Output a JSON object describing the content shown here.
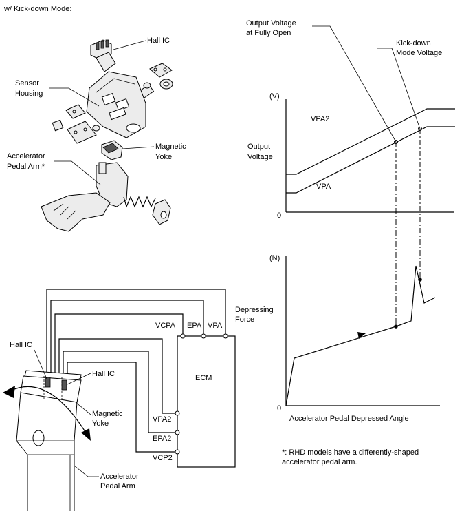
{
  "heading": "w/ Kick-down Mode:",
  "exploded": {
    "hall_ic": "Hall IC",
    "sensor_housing": [
      "Sensor",
      "Housing"
    ],
    "magnetic_yoke": [
      "Magnetic",
      "Yoke"
    ],
    "pedal_arm": [
      "Accelerator",
      "Pedal Arm*"
    ]
  },
  "voltage_graph": {
    "unit": "(V)",
    "ylabel": [
      "Output",
      "Voltage"
    ],
    "origin": "0",
    "series": [
      "VPA2",
      "VPA"
    ],
    "annotation_fully_open": [
      "Output Voltage",
      "at Fully Open"
    ],
    "annotation_kickdown": [
      "Kick-down",
      "Mode Voltage"
    ]
  },
  "force_graph": {
    "unit": "(N)",
    "ylabel": [
      "Depressing",
      "Force"
    ],
    "origin": "0",
    "xlabel": "Accelerator Pedal Depressed Angle"
  },
  "circuit": {
    "ecm": "ECM",
    "terminals_top": [
      "VCPA",
      "EPA",
      "VPA"
    ],
    "terminals_side": [
      "VPA2",
      "EPA2",
      "VCP2"
    ],
    "hall_ic_1": "Hall IC",
    "hall_ic_2": "Hall IC",
    "magnetic_yoke": [
      "Magnetic",
      "Yoke"
    ],
    "pedal_arm": [
      "Accelerator",
      "Pedal Arm"
    ]
  },
  "footnote": [
    "*: RHD models have a differently-shaped",
    "accelerator pedal arm."
  ]
}
